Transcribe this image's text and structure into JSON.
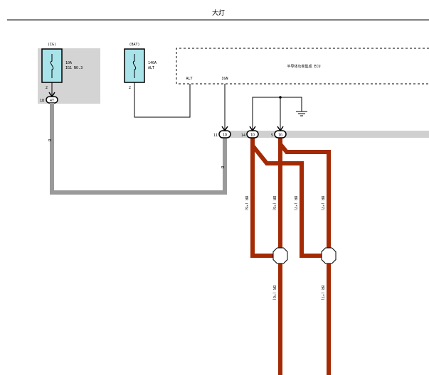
{
  "title": "大灯",
  "colors": {
    "background": "#ffffff",
    "fuse_panel": "#d4d4d4",
    "fuse_body": "#a8e3ea",
    "gray_wire": "#9a9a9a",
    "red_wire": "#a32a05",
    "connector_bar": "#d0d0d0",
    "line": "#000000"
  },
  "fuse_ig": {
    "header": "(IG)",
    "rating": "10A",
    "name": "IG1 NO.3",
    "pin": "2",
    "connector_pin": "18",
    "connector_id": "4T"
  },
  "fuse_bat": {
    "header": "(BAT)",
    "rating": "140A",
    "name": "ALT",
    "pin": "2"
  },
  "ecu": {
    "name": "半导体功率集成 ECU",
    "pin_alt": "ALT",
    "pin_ign": "IGN"
  },
  "connectors": [
    {
      "pin": "11",
      "id": "1D"
    },
    {
      "pin": "14",
      "id": "1D"
    },
    {
      "pin": "5",
      "id": "1G"
    }
  ],
  "wire_labels": {
    "gray_left": "B",
    "gray_right": "B",
    "red_1": "BR (*6)",
    "red_2": "BR (*6)",
    "red_3": "BR (*7)",
    "red_4": "BR (*7)",
    "red_lower_1": "BR (*6)",
    "red_lower_2": "BR (*7)"
  }
}
